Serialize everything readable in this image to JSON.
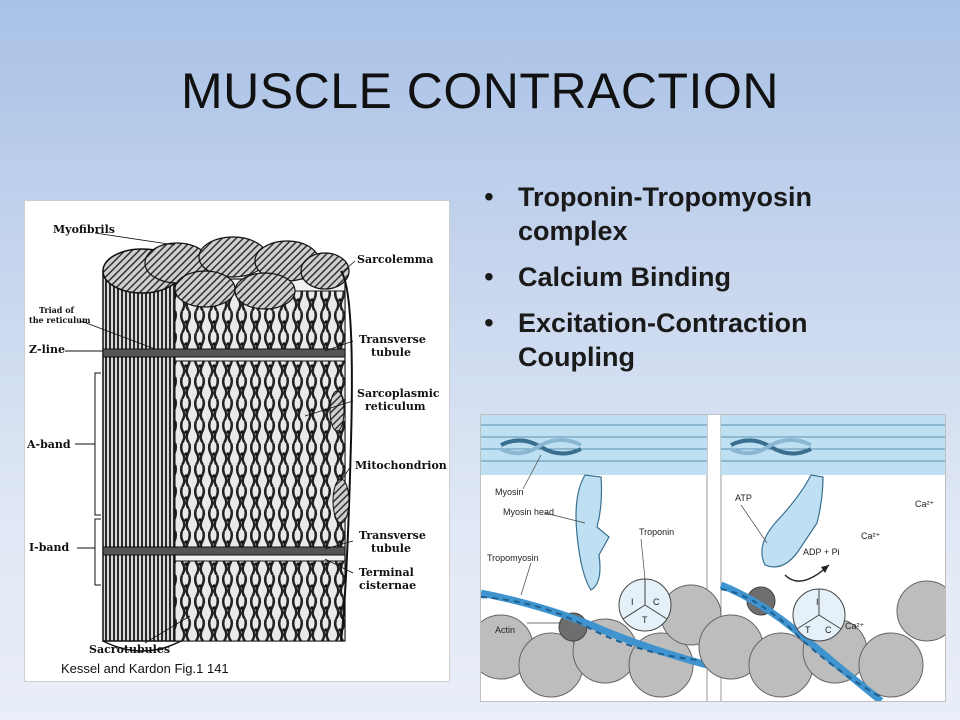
{
  "slide": {
    "title": "MUSCLE CONTRACTION",
    "bullets": [
      "Troponin-Tropomyosin complex",
      "Calcium Binding",
      "Excitation-Contraction Coupling"
    ]
  },
  "figure_left": {
    "labels": {
      "myofibrils": "Myofibrils",
      "sarcolemma": "Sarcolemma",
      "triad_1": "Triad of",
      "triad_2": "the reticulum",
      "z_line": "Z-line",
      "transverse_tubule_1a": "Transverse",
      "transverse_tubule_1b": "tubule",
      "sarcoplasmic_a": "Sarcoplasmic",
      "sarcoplasmic_b": "reticulum",
      "a_band": "A-band",
      "mitochondrion": "Mitochondrion",
      "i_band": "I-band",
      "transverse_tubule_2a": "Transverse",
      "transverse_tubule_2b": "tubule",
      "terminal_a": "Terminal",
      "terminal_b": "cisternae",
      "sacrotubules": "Sacrotubules"
    },
    "caption": "Kessel and Kardon Fig.1 141"
  },
  "figure_right": {
    "panel_a": {
      "myosin": "Myosin",
      "myosin_head": "Myosin head",
      "troponin": "Troponin",
      "tropomyosin": "Tropomyosin",
      "actin": "Actin",
      "sub_i": "I",
      "sub_c": "C",
      "sub_t": "T"
    },
    "panel_b": {
      "atp": "ATP",
      "adp": "ADP + Pi",
      "ca_1": "Ca²⁺",
      "ca_2": "Ca²⁺",
      "ca_3": "Ca²⁺",
      "sub_i": "I",
      "sub_t": "T",
      "sub_c": "C"
    }
  }
}
